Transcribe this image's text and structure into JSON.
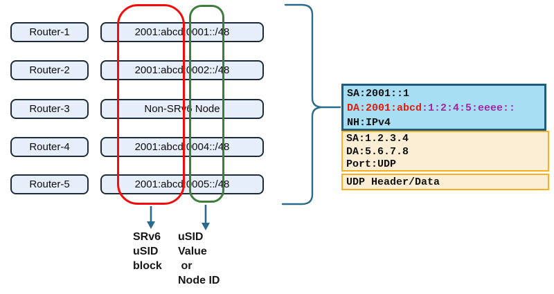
{
  "rows": [
    {
      "router": "Router-1",
      "address": "2001:abcd:0001::/48"
    },
    {
      "router": "Router-2",
      "address": "2001:abcd:0002::/48"
    },
    {
      "router": "Router-3",
      "address": "Non-SRv6 Node"
    },
    {
      "router": "Router-4",
      "address": "2001:abcd:0004::/48"
    },
    {
      "router": "Router-5",
      "address": "2001:abcd:0005::/48"
    }
  ],
  "annotations": {
    "srv6_block_label": "SRv6\nuSID\nblock",
    "usid_value_label": "uSID\nValue\n or\nNode ID"
  },
  "packet": {
    "ipv6": {
      "sa": "SA:2001::1",
      "da_prefix": "DA:2001:abcd",
      "da_suffix": ":1:2:4:5:eeee::",
      "nh": "NH:IPv4"
    },
    "ipv4": {
      "sa": "SA:1.2.3.4",
      "da": "DA:5.6.7.8",
      "port": "Port:UDP"
    },
    "udp": {
      "label": "UDP Header/Data"
    }
  },
  "colors": {
    "usid_block_oval": "#f60909",
    "usid_value_oval": "#3e7d3e",
    "arrow_and_brace": "#2a6b8d",
    "node_box_fill": "#e6eefa",
    "node_box_border": "#1d2a38",
    "ipv6_box_fill": "#a7def4",
    "ipv6_box_border": "#1d5c7c",
    "ipv4_box_fill": "#fbeed4",
    "ipv4_box_border": "#ffae1d",
    "da_prefix_text": "#e11c0c",
    "da_suffix_text": "#a1279f"
  }
}
